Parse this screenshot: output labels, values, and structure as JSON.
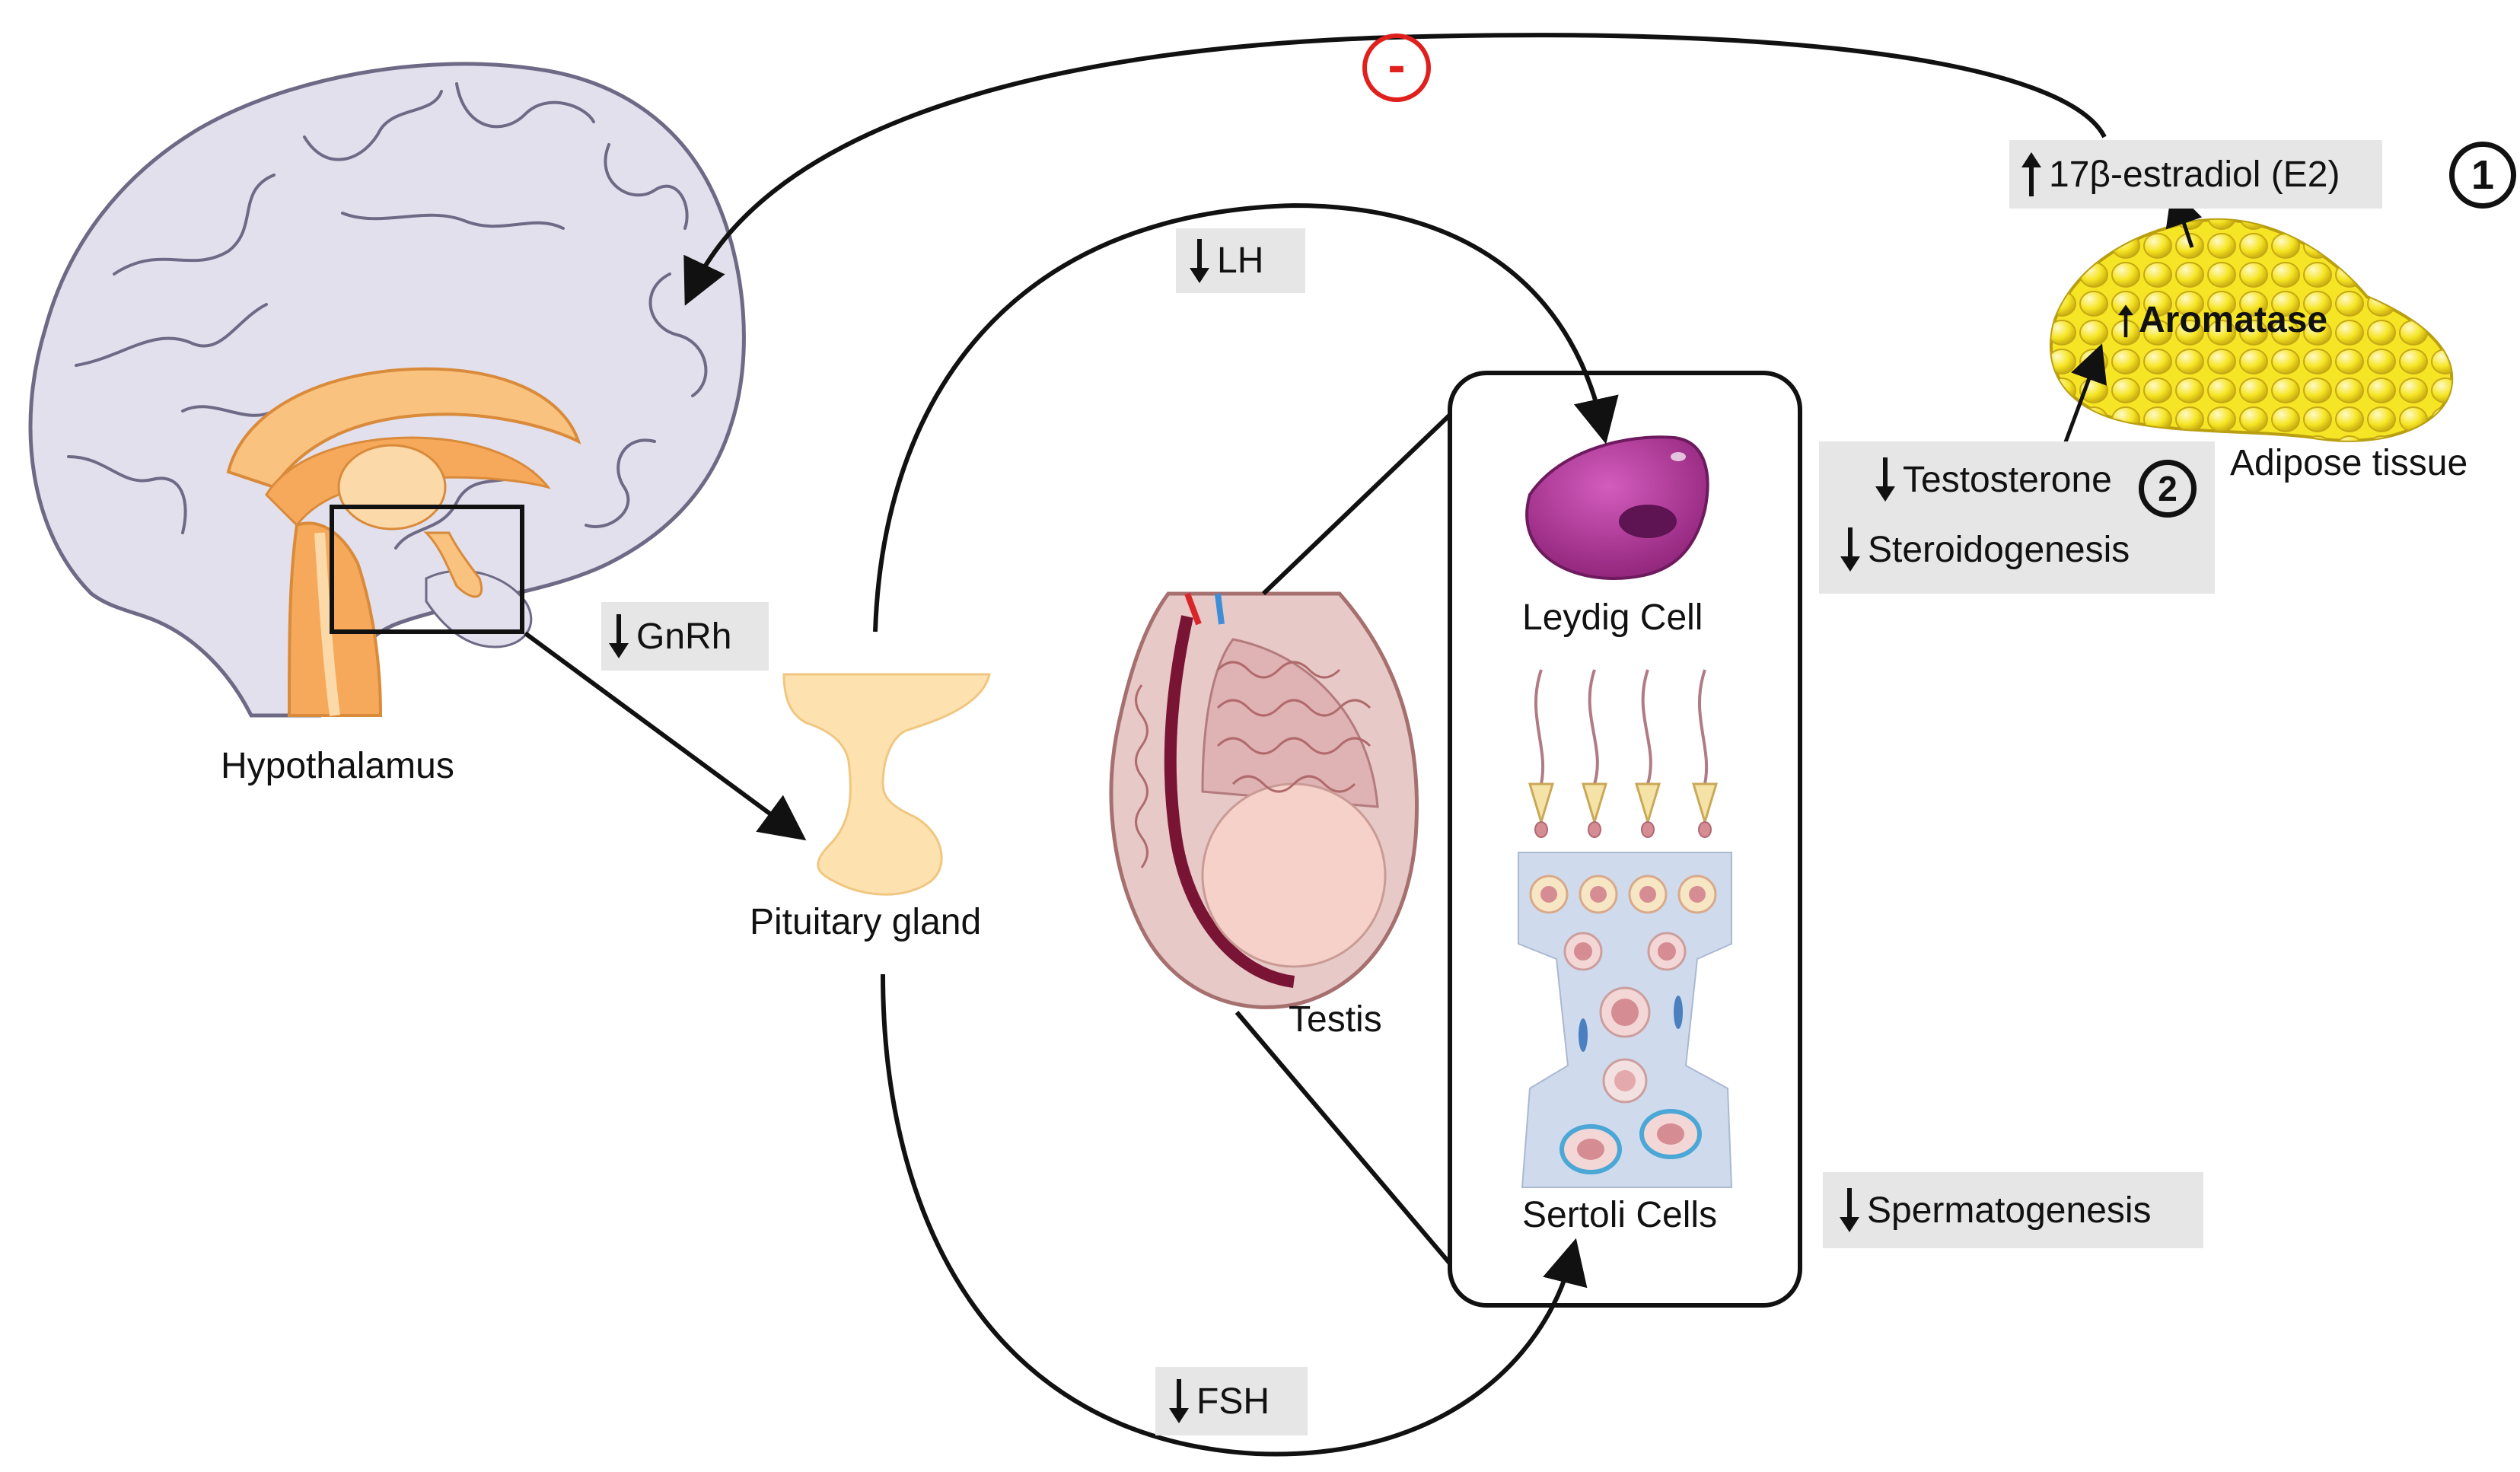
{
  "labels": {
    "hypothalamus": "Hypothalamus",
    "pituitary": "Pituitary gland",
    "testis": "Testis",
    "leydig": "Leydig Cell",
    "sertoli": "Sertoli Cells",
    "adipose": "Adipose tissue",
    "aromatase": "Aromatase"
  },
  "boxes": {
    "gnrh": "GnRh",
    "lh": "LH",
    "fsh": "FSH",
    "estradiol": "17β-estradiol (E2)",
    "testosterone": "Testosterone",
    "steroidogenesis": "Steroidogenesis",
    "spermatogenesis": "Spermatogenesis"
  },
  "markers": {
    "one": "1",
    "two": "2",
    "negative": "-"
  },
  "colors": {
    "brain_fill": "#e2e0ec",
    "brain_stroke": "#6e6a86",
    "inner_orange": "#f6a95a",
    "pituitary": "#fde2b0",
    "leydig": "#b03a9a",
    "adipose": "#f3e21e",
    "negative": "#e0201c",
    "label_box": "#e6e6e6"
  }
}
